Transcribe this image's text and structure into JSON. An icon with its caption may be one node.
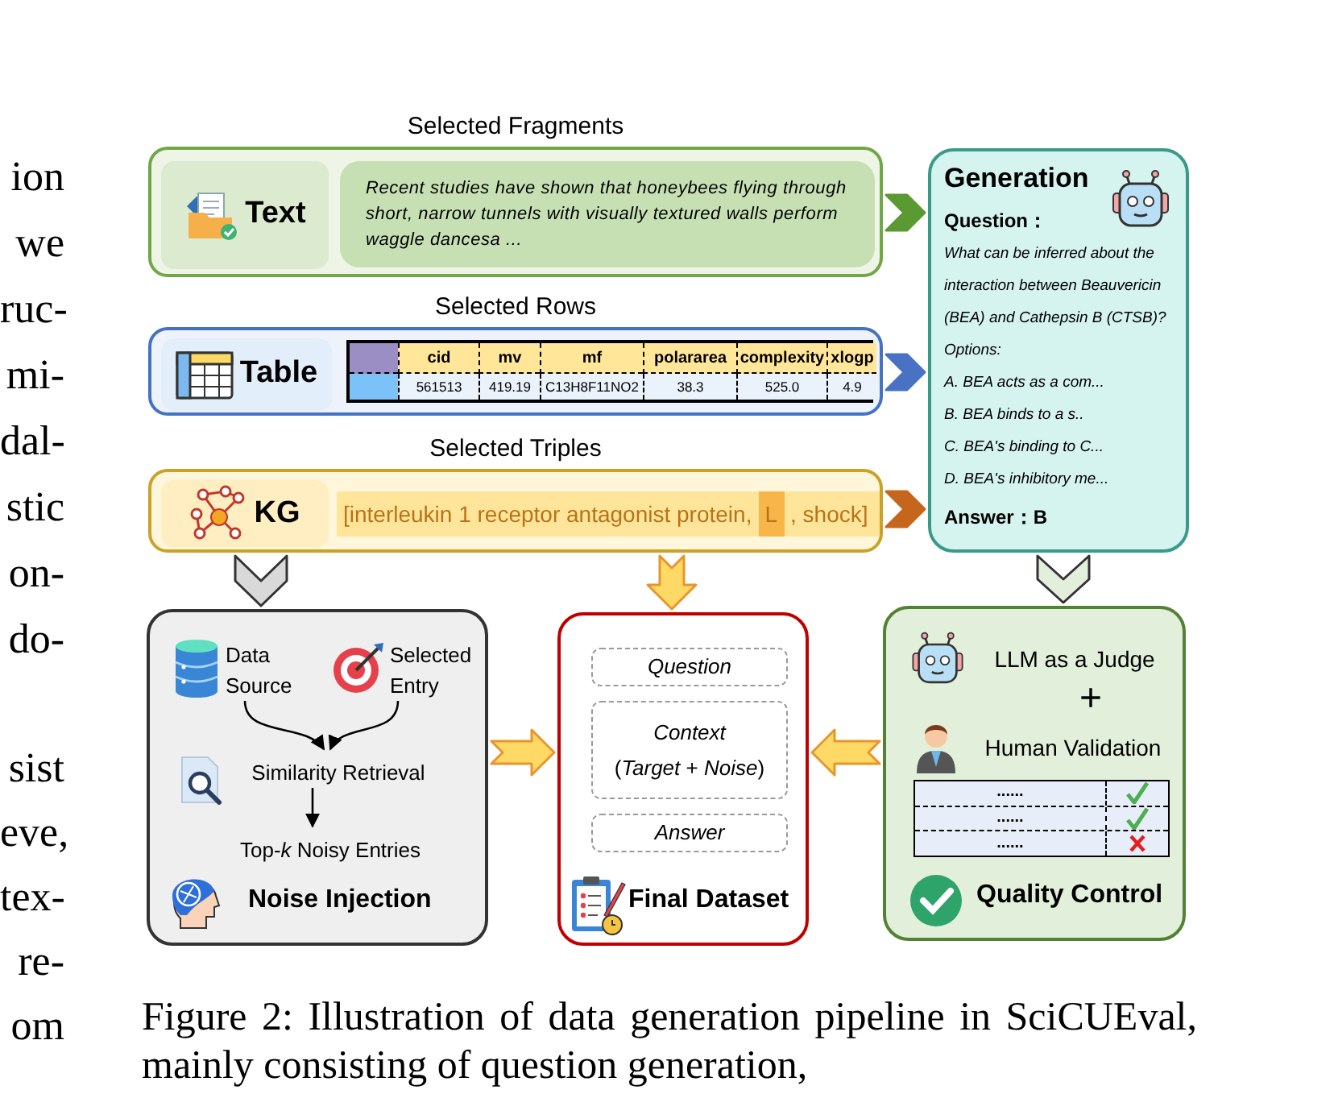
{
  "diagram": {
    "caption": "Figure 2: Illustration of data generation pipeline in SciCUEval, mainly consisting of question generation,",
    "nodes": [
      {
        "text": [
          "Selected Fragments"
        ]
      },
      {
        "text": [
          "Text"
        ],
        "in": 0
      },
      {
        "text": [
          "Recent studies have shown that honeybees flying through short, narrow tunnels with visually textured walls perform waggle dancesa ..."
        ],
        "in": 0
      },
      {
        "text": [
          "Selected Rows"
        ]
      },
      {
        "text": [
          "Table"
        ],
        "in": 3
      },
      {
        "text": [
          "Selected Triples"
        ]
      },
      {
        "text": [
          "KG"
        ],
        "in": 5
      },
      {
        "text": [
          "[interleukin 1 receptor antagonist protein,",
          "L",
          ", shock]"
        ],
        "in": 5
      },
      {
        "text": [
          "Generation",
          "Question：",
          "What can be inferred about the interaction between Beauvericin (BEA) and Cathepsin B (CTSB)?",
          "Options:",
          "A.  BEA acts as a com...",
          "B.  BEA binds to a s..",
          "C.  BEA's binding to C...",
          "D.  BEA's inhibitory me...",
          "Answer：B"
        ]
      },
      {
        "text": [
          "Noise Injection"
        ]
      },
      {
        "text": [
          "Data Source"
        ],
        "in": 9
      },
      {
        "text": [
          "Selected Entry"
        ],
        "in": 9
      },
      {
        "text": [
          "Similarity Retrieval"
        ],
        "in": 9
      },
      {
        "text": [
          "Top-*k* Noisy Entries"
        ],
        "in": 9
      },
      {
        "text": [
          "Final Dataset"
        ]
      },
      {
        "text": [
          "Question"
        ],
        "in": 14
      },
      {
        "text": [
          "Context",
          "(*Target* + *Noise*)"
        ],
        "in": 14
      },
      {
        "text": [
          "Answer"
        ],
        "in": 14
      },
      {
        "text": [
          "Quality Control"
        ]
      },
      {
        "text": [
          "LLM as a Judge"
        ],
        "in": 18
      },
      {
        "text": [
          "Human Validation"
        ],
        "in": 18
      }
    ],
    "edges": [
      {
        "from": 0,
        "to": 8,
        "arrow": "to",
        "style": "thick",
        "color": "#5b9a32"
      },
      {
        "from": 3,
        "to": 8,
        "arrow": "to",
        "style": "thick",
        "color": "#4a72c4"
      },
      {
        "from": 5,
        "to": 8,
        "arrow": "to",
        "style": "thick",
        "color": "#c5661c"
      },
      {
        "from": 5,
        "to": 9,
        "arrow": "to",
        "style": "thick",
        "color": "#d9d9d9"
      },
      {
        "from": 5,
        "to": 14,
        "arrow": "to",
        "style": "thick",
        "color": "#ffd966"
      },
      {
        "from": 8,
        "to": 18,
        "arrow": "to",
        "style": "thick",
        "color": "#e2efda"
      },
      {
        "from": 9,
        "to": 14,
        "arrow": "to",
        "style": "thick",
        "color": "#ffd966"
      },
      {
        "from": 18,
        "to": 14,
        "arrow": "to",
        "style": "thick",
        "color": "#ffd966"
      },
      {
        "from": 10,
        "to": 12,
        "arrow": "to"
      },
      {
        "from": 11,
        "to": 12,
        "arrow": "to"
      },
      {
        "from": 12,
        "to": 13,
        "arrow": "to"
      }
    ],
    "labels": [
      "ion",
      "we",
      "ruc-",
      "mi-",
      "dal-",
      "stic",
      "on-",
      "do-",
      "sist",
      "eve,",
      "tex-",
      "re-",
      "om",
      "cid",
      "mv",
      "mf",
      "polararea",
      "complexity",
      "xlogp",
      "561513",
      "419.19",
      "C13H8F11NO2",
      "38.3",
      "525.0",
      "4.9",
      "+",
      "......",
      "......",
      "......"
    ]
  }
}
